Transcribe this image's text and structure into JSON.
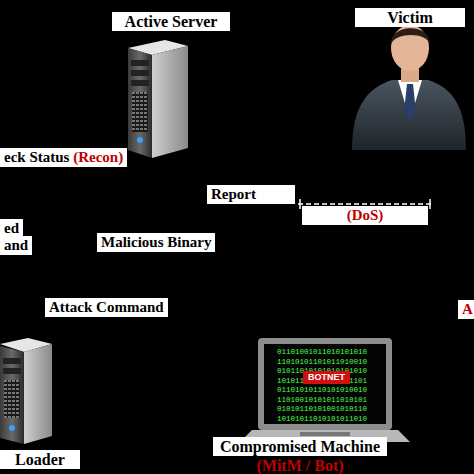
{
  "diagram": {
    "nodes": [
      {
        "text": [
          "Active Server"
        ]
      },
      {
        "text": [
          "Victim"
        ]
      },
      {
        "text": [
          "Loader"
        ]
      },
      {
        "text": [
          "Compromised Machine",
          "(MitM / Bot)"
        ]
      }
    ],
    "labels": [
      "eck Status",
      "(Recon)",
      "Report",
      "(DoS)",
      "ed",
      "and",
      "Malicious Binary",
      "Attack Command",
      "A",
      "BOTNET",
      "01101001011010101010",
      "11010101101011010010",
      "01011010101010101010",
      "10101101001010101101",
      "01101010110101010010",
      "11010010101011010101",
      "01010110101001010110",
      "10101011010101011010"
    ]
  }
}
